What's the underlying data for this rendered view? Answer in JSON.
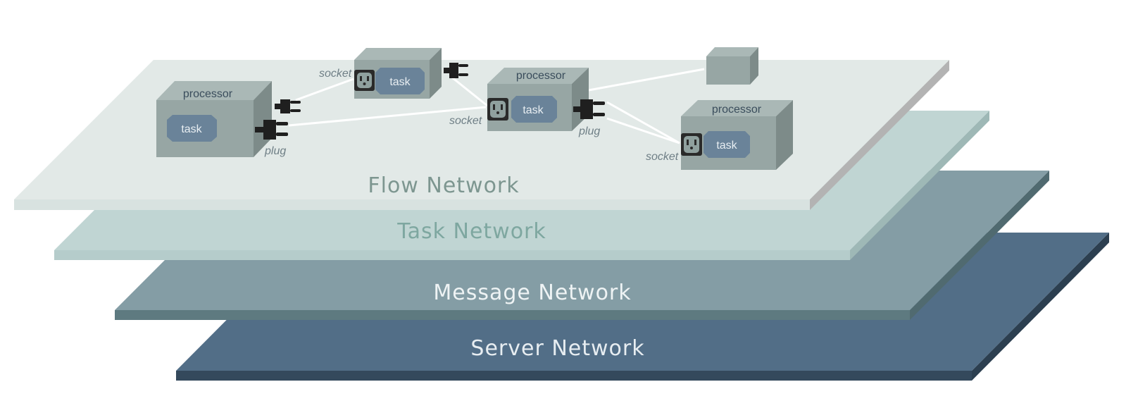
{
  "layers": {
    "server": {
      "title": "Server Network",
      "top": "#526e87",
      "edge": "#34495c",
      "text": "#e7edf1"
    },
    "message": {
      "title": "Message Network",
      "top": "#849da5",
      "edge": "#5e7a80",
      "text": "#eef3f4"
    },
    "task": {
      "title": "Task Network",
      "top": "#c0d5d3",
      "edge": "#9eb8b6",
      "text": "#7ea7a0"
    },
    "flow": {
      "title": "Flow Network",
      "top": "#e2e9e7",
      "edge": "#bdbdbd",
      "text": "#7d9690"
    }
  },
  "nodes": {
    "p1": {
      "label": "processor",
      "task": "task"
    },
    "p2": {
      "label": "",
      "task": "task"
    },
    "p3": {
      "label": "processor",
      "task": "task"
    },
    "p4": {
      "label": "",
      "task": ""
    },
    "p5": {
      "label": "processor",
      "task": "task"
    }
  },
  "labels": {
    "plug1": "plug",
    "socket2": "socket",
    "socket3": "socket",
    "plug3": "plug",
    "socket5": "socket"
  },
  "colors": {
    "box_front": "#97a6a4",
    "box_top": "#aab8b6",
    "box_side": "#7d8b89",
    "task_fill": "#6a8399",
    "connector": "#1f1f1f",
    "wire": "#ffffff"
  },
  "icons": [
    "plug-icon",
    "socket-icon"
  ]
}
